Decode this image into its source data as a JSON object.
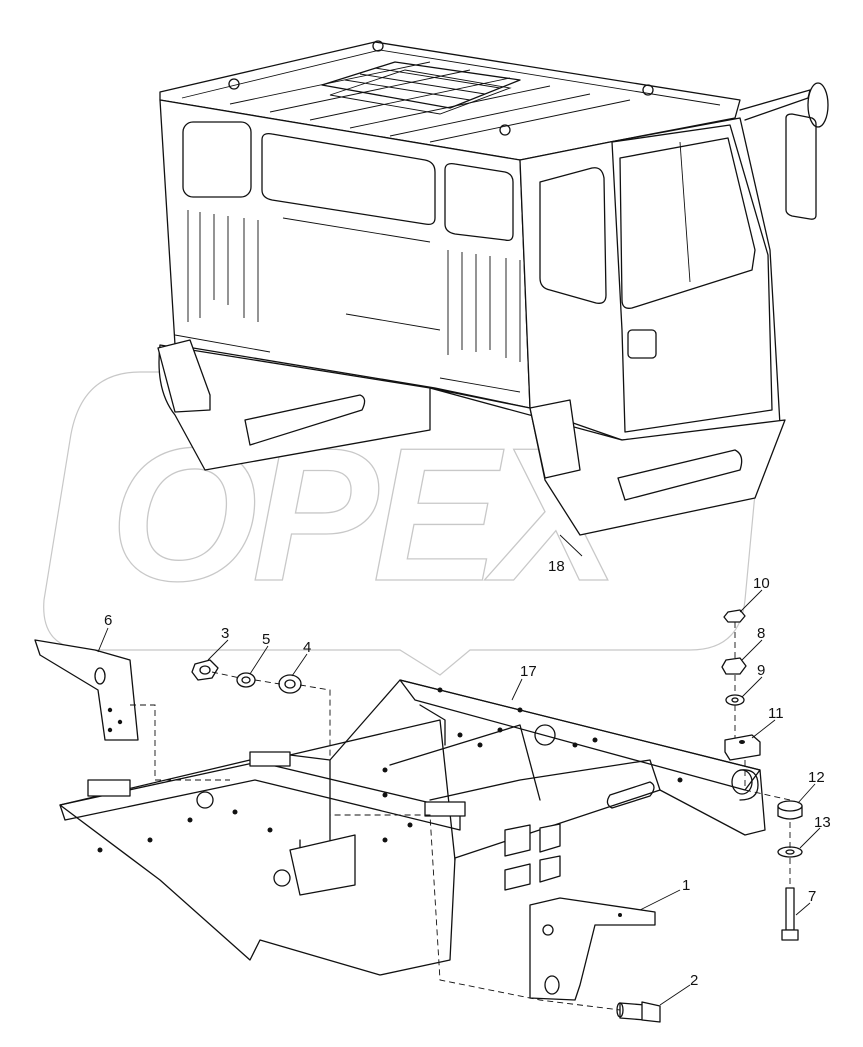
{
  "watermark": {
    "text": "OPEX"
  },
  "callouts": [
    "1",
    "2",
    "3",
    "4",
    "5",
    "6",
    "7",
    "8",
    "9",
    "10",
    "11",
    "12",
    "13",
    "17",
    "18"
  ]
}
